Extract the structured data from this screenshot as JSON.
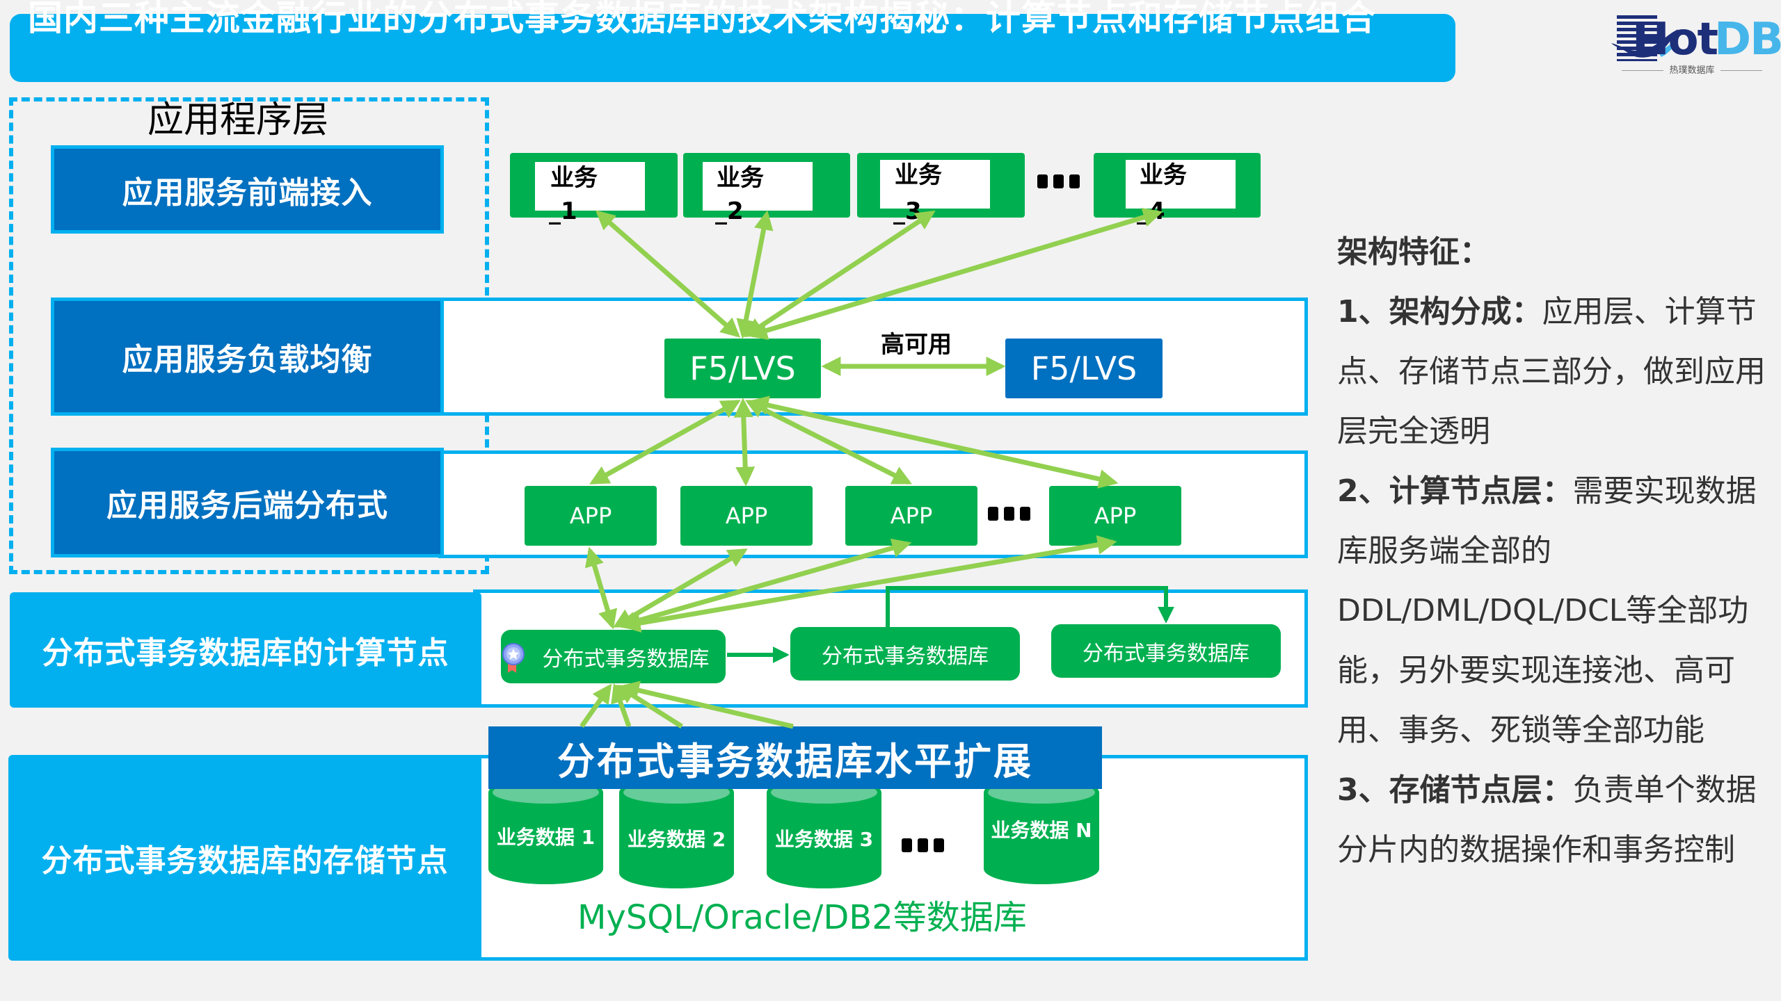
{
  "title": "国内三种主流金融行业的分布式事务数据库的技术架构揭秘：计算节点和存储节点组合",
  "logo": {
    "brand_primary": "Hot",
    "brand_secondary": "DB",
    "subtitle": "热璞数据库",
    "icon": "whale-icon"
  },
  "app_layer": {
    "label": "应用程序层",
    "rows": [
      {
        "label": "应用服务前端接入"
      },
      {
        "label": "应用服务负载均衡"
      },
      {
        "label": "应用服务后端分布式"
      }
    ]
  },
  "business": {
    "items": [
      {
        "label": "业务",
        "suffix": "_1"
      },
      {
        "label": "业务",
        "suffix": "_2"
      },
      {
        "label": "业务",
        "suffix": "_3"
      },
      {
        "label": "业务",
        "suffix": "_4"
      }
    ],
    "ellipsis": "..."
  },
  "load_balancer": {
    "primary": "F5/LVS",
    "secondary": "F5/LVS",
    "link_label": "高可用"
  },
  "apps": {
    "items": [
      "APP",
      "APP",
      "APP",
      "APP"
    ],
    "ellipsis": "..."
  },
  "compute": {
    "label": "分布式事务数据库的计算节点",
    "nodes": [
      "分布式事务数据库",
      "分布式事务数据库",
      "分布式事务数据库"
    ],
    "primary_icon": "medal-icon"
  },
  "storage": {
    "label": "分布式事务数据库的存储节点",
    "banner": "分布式事务数据库水平扩展",
    "shards": [
      "业务数据 1",
      "业务数据 2",
      "业务数据 3",
      "业务数据 N"
    ],
    "ellipsis": "...",
    "caption": "MySQL/Oracle/DB2等数据库"
  },
  "features": {
    "title": "架构特征：",
    "items": [
      {
        "head": "1、架构分成：",
        "body": "应用层、计算节点、存储节点三部分，做到应用层完全透明"
      },
      {
        "head": "2、计算节点层：",
        "body": "需要实现数据库服务端全部的DDL/DML/DQL/DCL等全部功能，另外要实现连接池、高可用、事务、死锁等全部功能"
      },
      {
        "head": "3、存储节点层：",
        "body": "负责单个数据分片内的数据操作和事务控制"
      }
    ]
  },
  "colors": {
    "title_bg": "#03b0ef",
    "band_border": "#03b0ef",
    "label_blue": "#0070c0",
    "node_green": "#00b050",
    "arrow_green": "#92d050",
    "text_dark": "#333333"
  }
}
